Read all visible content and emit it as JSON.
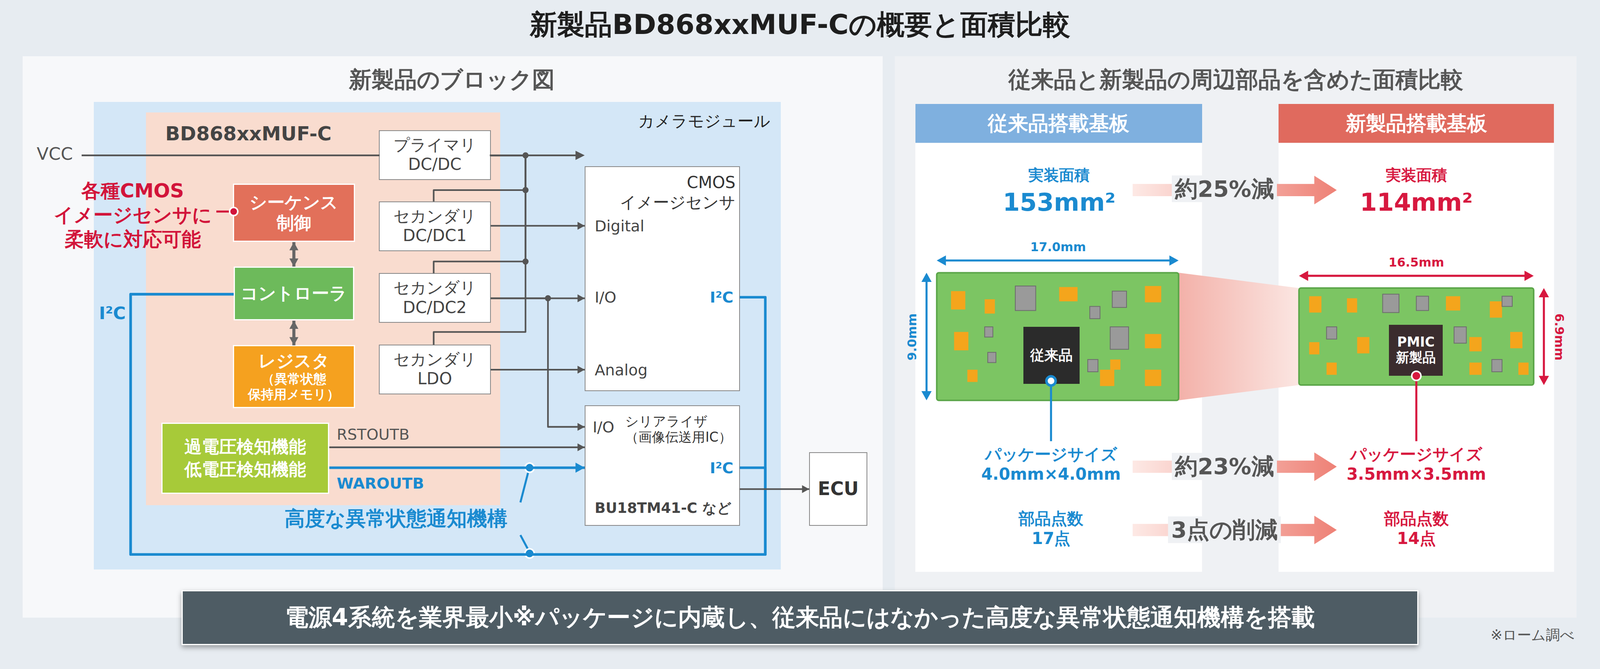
{
  "diagram": {
    "title": "新製品BD868xxMUF-Cの概要と面積比較",
    "nodes": [
      {
        "text": [
          "新製品のブロック図"
        ]
      },
      {
        "text": [
          "カメラモジュール"
        ],
        "in": 0
      },
      {
        "text": [
          "BD868xxMUF-C"
        ],
        "in": 1
      },
      {
        "text": [
          "シーケンス 制御"
        ],
        "in": 2
      },
      {
        "text": [
          "コントローラ"
        ],
        "in": 2
      },
      {
        "text": [
          "レジスタ",
          "（異常状態 保持用メモリ）"
        ],
        "in": 2
      },
      {
        "text": [
          "過電圧検知機能 低電圧検知機能"
        ],
        "in": 2
      },
      {
        "text": [
          "プライマリ DC/DC"
        ],
        "in": 2
      },
      {
        "text": [
          "セカンダリ DC/DC1"
        ],
        "in": 2
      },
      {
        "text": [
          "セカンダリ DC/DC2"
        ],
        "in": 2
      },
      {
        "text": [
          "セカンダリ LDO"
        ],
        "in": 2
      },
      {
        "text": [
          "CMOS イメージセンサ",
          "Digital",
          "I/O",
          "Analog",
          "I²C"
        ],
        "in": 1
      },
      {
        "text": [
          "I/O",
          "シリアライザ （画像伝送用IC）",
          "I²C",
          "BU18TM41-C など"
        ],
        "in": 1
      },
      {
        "text": [
          "ECU"
        ],
        "in": 0
      },
      {
        "text": [
          "従来品と新製品の周辺部品を含めた面積比較"
        ]
      },
      {
        "text": [
          "従来品搭載基板"
        ],
        "in": 14
      },
      {
        "text": [
          "新製品搭載基板"
        ],
        "in": 14
      },
      {
        "text": [
          "従来品"
        ],
        "in": 14
      },
      {
        "text": [
          "PMIC 新製品"
        ],
        "in": 14
      },
      {
        "text": [
          "電源4系統を業界最小※パッケージに内蔵し、従来品にはなかった高度な異常状態通知機構を搭載"
        ]
      }
    ],
    "edges": [
      {
        "from": 7,
        "to": 8,
        "arrow": "none"
      },
      {
        "from": 7,
        "to": 9,
        "arrow": "none"
      },
      {
        "from": 7,
        "to": 10,
        "arrow": "none"
      },
      {
        "from": 8,
        "to": 11,
        "arrow": "to"
      },
      {
        "from": 9,
        "to": 11,
        "arrow": "to"
      },
      {
        "from": 9,
        "to": 12,
        "arrow": "to"
      },
      {
        "from": 10,
        "to": 11,
        "arrow": "to"
      },
      {
        "from": 3,
        "to": 4,
        "arrow": "both"
      },
      {
        "from": 4,
        "to": 5,
        "arrow": "both"
      },
      {
        "from": 6,
        "to": 12,
        "label": "RSTOUTB",
        "arrow": "to"
      },
      {
        "from": 6,
        "to": 12,
        "label": "WAROUTB",
        "arrow": "to"
      },
      {
        "from": 4,
        "to": 11,
        "arrow": "none"
      },
      {
        "from": 4,
        "to": 12,
        "arrow": "none"
      },
      {
        "from": 12,
        "to": 13,
        "arrow": "to"
      }
    ],
    "labels": [
      "各種CMOS イメージセンサに 柔軟に対応可能",
      "VCC",
      "I²C",
      "高度な異常状態通知機構",
      "実装面積",
      "153mm²",
      "約25%減",
      "実装面積",
      "114mm²",
      "17.0mm",
      "9.0mm",
      "16.5mm",
      "6.9mm",
      "パッケージサイズ 4.0mm×4.0mm",
      "約23%減",
      "パッケージサイズ 3.5mm×3.5mm",
      "部品点数 17点",
      "3点の削減",
      "部品点数 14点",
      "※ローム調べ"
    ]
  }
}
